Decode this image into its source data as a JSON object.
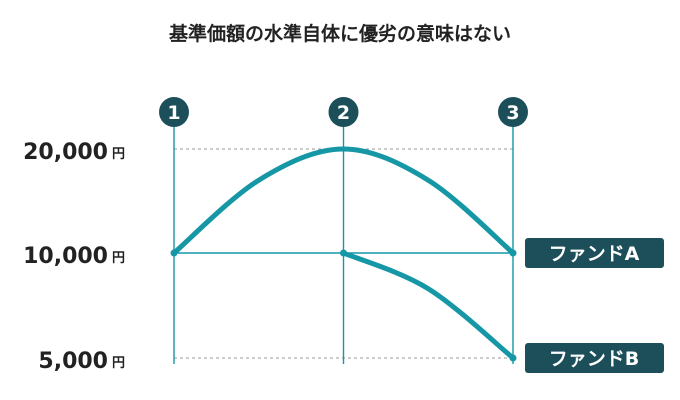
{
  "title": "基準価額の水準自体に優劣の意味はない",
  "colors": {
    "teal": "#1597a6",
    "dark": "#1d4f5a",
    "grid": "#9a9a9a",
    "text": "#222222"
  },
  "chart_data": {
    "type": "line",
    "title": "基準価額の水準自体に優劣の意味はない",
    "x_markers": [
      "1",
      "2",
      "3"
    ],
    "y_ticks": [
      {
        "value": 20000,
        "label": "20,000",
        "unit": "円"
      },
      {
        "value": 10000,
        "label": "10,000",
        "unit": "円"
      },
      {
        "value": 5000,
        "label": "5,000",
        "unit": "円"
      }
    ],
    "series": [
      {
        "name": "ファンドA",
        "x": [
          1,
          1.5,
          2,
          2.5,
          3
        ],
        "values": [
          10000,
          17000,
          20000,
          17000,
          10000
        ]
      },
      {
        "name": "ファンドB",
        "x": [
          2,
          2.5,
          3
        ],
        "values": [
          10000,
          8300,
          5000
        ]
      }
    ],
    "grid": true
  }
}
